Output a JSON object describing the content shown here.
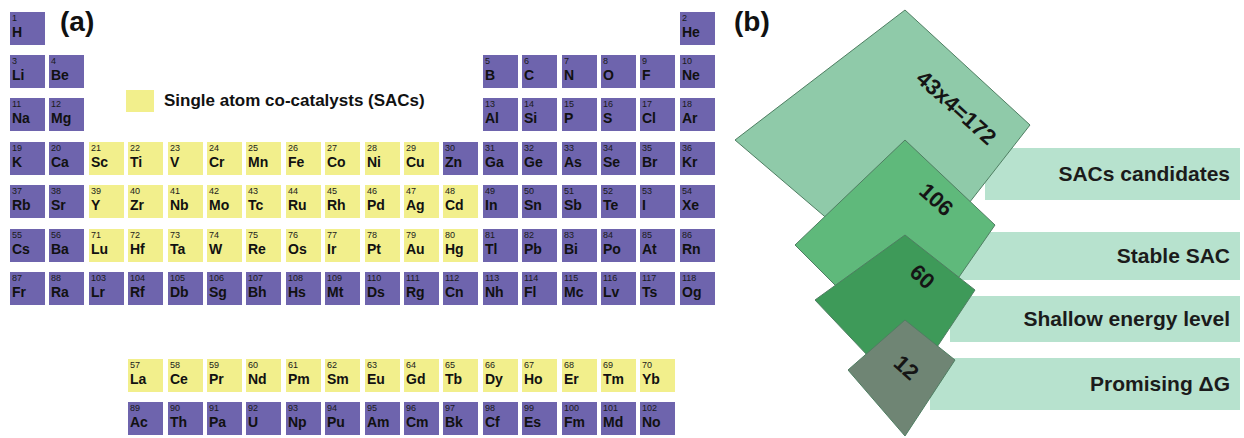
{
  "diagram": {
    "nodes": [
      {
        "text": [
          "1",
          "H"
        ]
      },
      {
        "text": [
          "2",
          "He"
        ]
      },
      {
        "text": [
          "3",
          "Li"
        ]
      },
      {
        "text": [
          "4",
          "Be"
        ]
      },
      {
        "text": [
          "5",
          "B"
        ]
      },
      {
        "text": [
          "6",
          "C"
        ]
      },
      {
        "text": [
          "7",
          "N"
        ]
      },
      {
        "text": [
          "8",
          "O"
        ]
      },
      {
        "text": [
          "9",
          "F"
        ]
      },
      {
        "text": [
          "10",
          "Ne"
        ]
      },
      {
        "text": [
          "11",
          "Na"
        ]
      },
      {
        "text": [
          "12",
          "Mg"
        ]
      },
      {
        "text": [
          "13",
          "Al"
        ]
      },
      {
        "text": [
          "14",
          "Si"
        ]
      },
      {
        "text": [
          "15",
          "P"
        ]
      },
      {
        "text": [
          "16",
          "S"
        ]
      },
      {
        "text": [
          "17",
          "Cl"
        ]
      },
      {
        "text": [
          "18",
          "Ar"
        ]
      },
      {
        "text": [
          "19",
          "K"
        ]
      },
      {
        "text": [
          "20",
          "Ca"
        ]
      },
      {
        "text": [
          "21",
          "Sc"
        ]
      },
      {
        "text": [
          "22",
          "Ti"
        ]
      },
      {
        "text": [
          "23",
          "V"
        ]
      },
      {
        "text": [
          "24",
          "Cr"
        ]
      },
      {
        "text": [
          "25",
          "Mn"
        ]
      },
      {
        "text": [
          "26",
          "Fe"
        ]
      },
      {
        "text": [
          "27",
          "Co"
        ]
      },
      {
        "text": [
          "28",
          "Ni"
        ]
      },
      {
        "text": [
          "29",
          "Cu"
        ]
      },
      {
        "text": [
          "30",
          "Zn"
        ]
      },
      {
        "text": [
          "31",
          "Ga"
        ]
      },
      {
        "text": [
          "32",
          "Ge"
        ]
      },
      {
        "text": [
          "33",
          "As"
        ]
      },
      {
        "text": [
          "34",
          "Se"
        ]
      },
      {
        "text": [
          "35",
          "Br"
        ]
      },
      {
        "text": [
          "36",
          "Kr"
        ]
      },
      {
        "text": [
          "37",
          "Rb"
        ]
      },
      {
        "text": [
          "38",
          "Sr"
        ]
      },
      {
        "text": [
          "39",
          "Y"
        ]
      },
      {
        "text": [
          "40",
          "Zr"
        ]
      },
      {
        "text": [
          "41",
          "Nb"
        ]
      },
      {
        "text": [
          "42",
          "Mo"
        ]
      },
      {
        "text": [
          "43",
          "Tc"
        ]
      },
      {
        "text": [
          "44",
          "Ru"
        ]
      },
      {
        "text": [
          "45",
          "Rh"
        ]
      },
      {
        "text": [
          "46",
          "Pd"
        ]
      },
      {
        "text": [
          "47",
          "Ag"
        ]
      },
      {
        "text": [
          "48",
          "Cd"
        ]
      },
      {
        "text": [
          "49",
          "In"
        ]
      },
      {
        "text": [
          "50",
          "Sn"
        ]
      },
      {
        "text": [
          "51",
          "Sb"
        ]
      },
      {
        "text": [
          "52",
          "Te"
        ]
      },
      {
        "text": [
          "53",
          "I"
        ]
      },
      {
        "text": [
          "54",
          "Xe"
        ]
      },
      {
        "text": [
          "55",
          "Cs"
        ]
      },
      {
        "text": [
          "56",
          "Ba"
        ]
      },
      {
        "text": [
          "71",
          "Lu"
        ]
      },
      {
        "text": [
          "72",
          "Hf"
        ]
      },
      {
        "text": [
          "73",
          "Ta"
        ]
      },
      {
        "text": [
          "74",
          "W"
        ]
      },
      {
        "text": [
          "75",
          "Re"
        ]
      },
      {
        "text": [
          "76",
          "Os"
        ]
      },
      {
        "text": [
          "77",
          "Ir"
        ]
      },
      {
        "text": [
          "78",
          "Pt"
        ]
      },
      {
        "text": [
          "79",
          "Au"
        ]
      },
      {
        "text": [
          "80",
          "Hg"
        ]
      },
      {
        "text": [
          "81",
          "Tl"
        ]
      },
      {
        "text": [
          "82",
          "Pb"
        ]
      },
      {
        "text": [
          "83",
          "Bi"
        ]
      },
      {
        "text": [
          "84",
          "Po"
        ]
      },
      {
        "text": [
          "85",
          "At"
        ]
      },
      {
        "text": [
          "86",
          "Rn"
        ]
      },
      {
        "text": [
          "87",
          "Fr"
        ]
      },
      {
        "text": [
          "88",
          "Ra"
        ]
      },
      {
        "text": [
          "103",
          "Lr"
        ]
      },
      {
        "text": [
          "104",
          "Rf"
        ]
      },
      {
        "text": [
          "105",
          "Db"
        ]
      },
      {
        "text": [
          "106",
          "Sg"
        ]
      },
      {
        "text": [
          "107",
          "Bh"
        ]
      },
      {
        "text": [
          "108",
          "Hs"
        ]
      },
      {
        "text": [
          "109",
          "Mt"
        ]
      },
      {
        "text": [
          "110",
          "Ds"
        ]
      },
      {
        "text": [
          "111",
          "Rg"
        ]
      },
      {
        "text": [
          "112",
          "Cn"
        ]
      },
      {
        "text": [
          "113",
          "Nh"
        ]
      },
      {
        "text": [
          "114",
          "Fl"
        ]
      },
      {
        "text": [
          "115",
          "Mc"
        ]
      },
      {
        "text": [
          "116",
          "Lv"
        ]
      },
      {
        "text": [
          "117",
          "Ts"
        ]
      },
      {
        "text": [
          "118",
          "Og"
        ]
      },
      {
        "text": [
          "57",
          "La"
        ]
      },
      {
        "text": [
          "58",
          "Ce"
        ]
      },
      {
        "text": [
          "59",
          "Pr"
        ]
      },
      {
        "text": [
          "60",
          "Nd"
        ]
      },
      {
        "text": [
          "61",
          "Pm"
        ]
      },
      {
        "text": [
          "62",
          "Sm"
        ]
      },
      {
        "text": [
          "63",
          "Eu"
        ]
      },
      {
        "text": [
          "64",
          "Gd"
        ]
      },
      {
        "text": [
          "65",
          "Tb"
        ]
      },
      {
        "text": [
          "66",
          "Dy"
        ]
      },
      {
        "text": [
          "67",
          "Ho"
        ]
      },
      {
        "text": [
          "68",
          "Er"
        ]
      },
      {
        "text": [
          "69",
          "Tm"
        ]
      },
      {
        "text": [
          "70",
          "Yb"
        ]
      },
      {
        "text": [
          "89",
          "Ac"
        ]
      },
      {
        "text": [
          "90",
          "Th"
        ]
      },
      {
        "text": [
          "91",
          "Pa"
        ]
      },
      {
        "text": [
          "92",
          "U"
        ]
      },
      {
        "text": [
          "93",
          "Np"
        ]
      },
      {
        "text": [
          "94",
          "Pu"
        ]
      },
      {
        "text": [
          "95",
          "Am"
        ]
      },
      {
        "text": [
          "96",
          "Cm"
        ]
      },
      {
        "text": [
          "97",
          "Bk"
        ]
      },
      {
        "text": [
          "98",
          "Cf"
        ]
      },
      {
        "text": [
          "99",
          "Es"
        ]
      },
      {
        "text": [
          "100",
          "Fm"
        ]
      },
      {
        "text": [
          "101",
          "Md"
        ]
      },
      {
        "text": [
          "102",
          "No"
        ]
      },
      {
        "text": [
          "43x4=172"
        ]
      },
      {
        "text": [
          "SACs candidates"
        ]
      },
      {
        "text": [
          "106"
        ]
      },
      {
        "text": [
          "Stable SAC"
        ]
      },
      {
        "text": [
          "60"
        ]
      },
      {
        "text": [
          "Shallow energy level"
        ]
      },
      {
        "text": [
          "12"
        ]
      },
      {
        "text": [
          "Promising ΔG"
        ]
      }
    ],
    "labels": [
      "(a)",
      "(b)"
    ],
    "legend": [
      {
        "text": "Single atom co-catalysts (SACs)",
        "color": "#f2ef8c"
      }
    ]
  }
}
